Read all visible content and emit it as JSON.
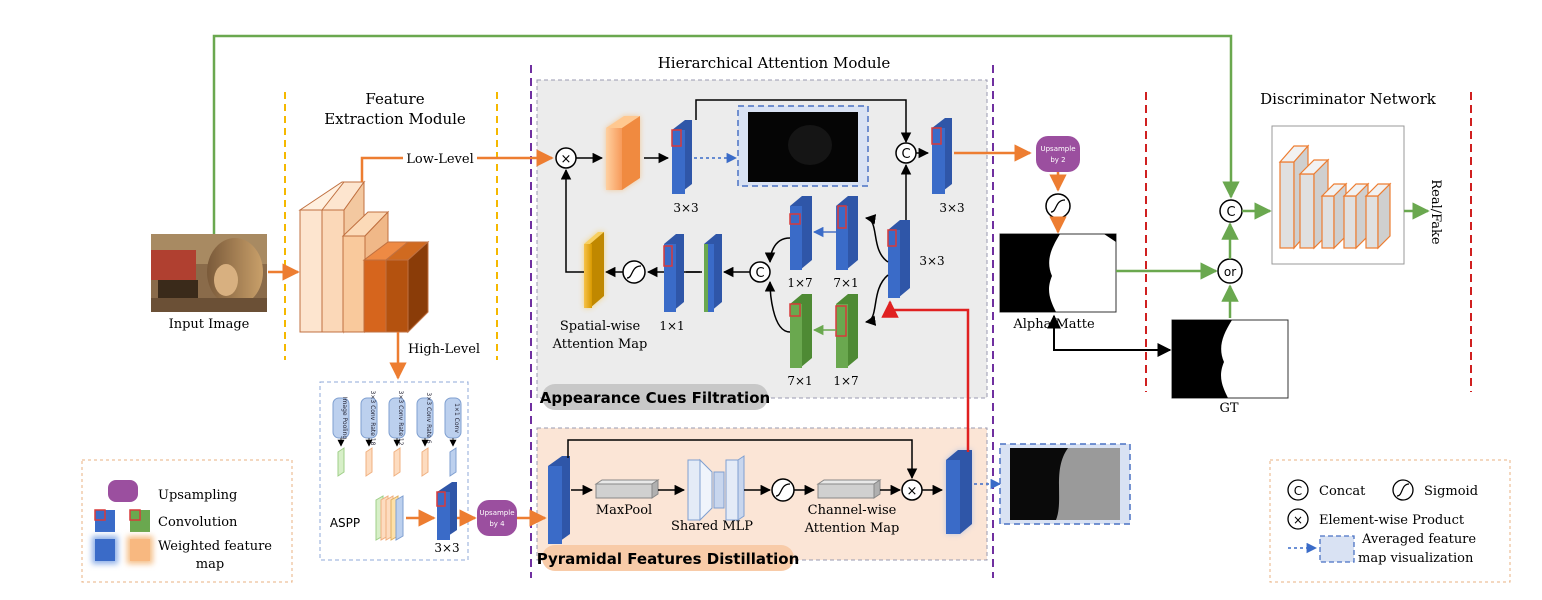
{
  "titles": {
    "hierarchical": "Hierarchical Attention Module",
    "feature_line1": "Feature",
    "feature_line2": "Extraction Module",
    "discriminator": "Discriminator Network"
  },
  "labels": {
    "input_image": "Input Image",
    "low_level": "Low-Level",
    "high_level": "High-Level",
    "aspp": "ASPP",
    "conv3x3": "3×3",
    "conv1x7": "1×7",
    "conv7x1": "7×1",
    "conv1x1": "1×1",
    "spatial_line1": "Spatial-wise",
    "spatial_line2": "Attention Map",
    "channel_line1": "Channel-wise",
    "channel_line2": "Attention Map",
    "maxpool": "MaxPool",
    "shared_mlp": "Shared MLP",
    "appearance": "Appearance Cues Filtration",
    "pyramidal": "Pyramidal Features Distillation",
    "alpha_matte": "Alpha Matte",
    "gt": "GT",
    "real_fake": "Real/Fake",
    "upsample2_line1": "Upsample",
    "upsample2_line2": "by 2",
    "upsample4_line1": "Upsample",
    "upsample4_line2": "by 4",
    "concat_symbol": "C",
    "product_symbol": "×",
    "or_symbol": "or"
  },
  "aspp_branches": [
    "Image Pooling",
    "3×3 Conv Rate 18",
    "3×3 Conv Rate 12",
    "3×3 Conv Rate 6",
    "1×1 Conv"
  ],
  "legend_left": {
    "upsampling": "Upsampling",
    "convolution": "Convolution",
    "weighted_line1": "Weighted feature",
    "weighted_line2": "map"
  },
  "legend_right": {
    "concat": "Concat",
    "sigmoid": "Sigmoid",
    "product": "Element-wise Product",
    "averaged_line1": "Averaged feature",
    "averaged_line2": "map visualization"
  },
  "colors": {
    "blue": "#3a6bc8",
    "green": "#6aa84f",
    "orange": "#ed7d31",
    "purple": "#9b4f9f",
    "red": "#e02020",
    "gray_panel": "#ececec",
    "peach_panel": "#fbe5d6"
  },
  "icons": {
    "concat": "circled-c-icon",
    "product": "circled-times-icon",
    "sigmoid": "sigmoid-icon"
  }
}
